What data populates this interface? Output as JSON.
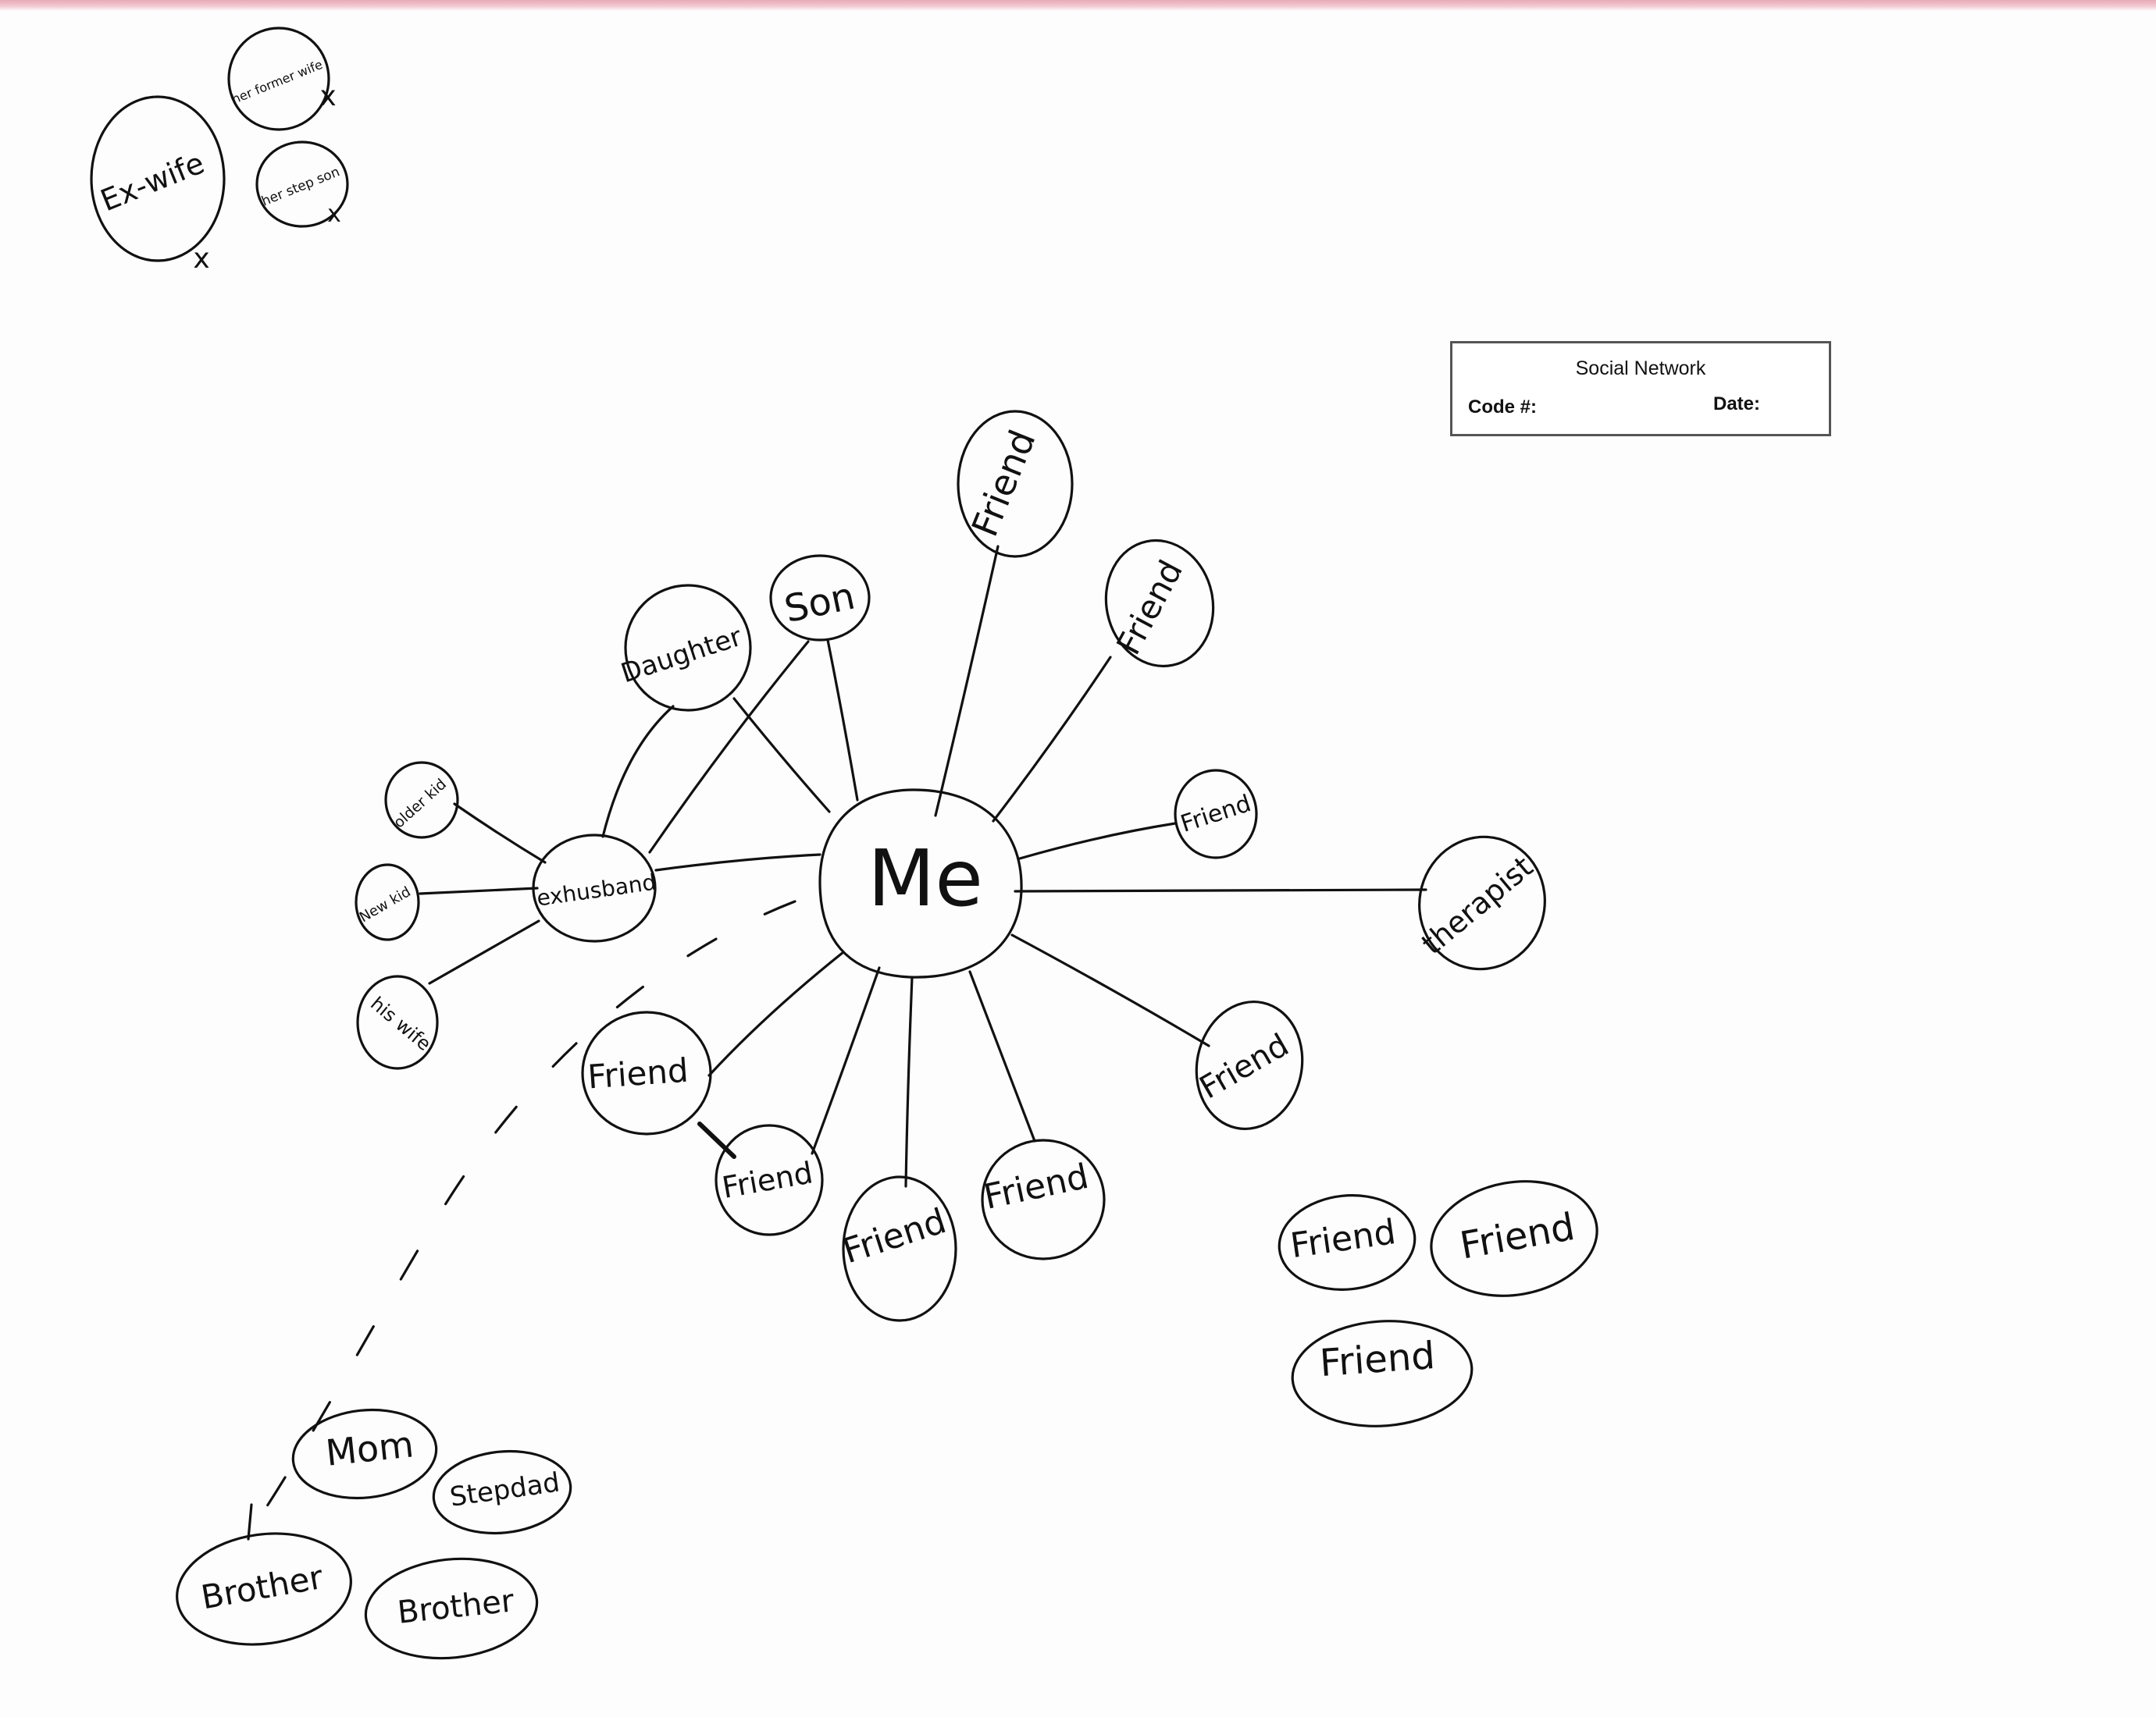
{
  "form_box": {
    "title": "Social Network",
    "code_label": "Code #:",
    "date_label": "Date:"
  },
  "center": {
    "label": "Me"
  },
  "nodes": {
    "friend_top": "Friend",
    "friend_upper_right": "Friend",
    "friend_right_small": "Friend",
    "therapist": "therapist",
    "friend_lower_right": "Friend",
    "friend_bottom_right": "Friend",
    "friend_bottom": "Friend",
    "friend_bottom_left": "Friend",
    "friend_left": "Friend",
    "son": "Son",
    "daughter": "Daughter",
    "ex_husband": "exhusband",
    "older_kid": "older kid",
    "new_kid": "New kid",
    "his_wife": "his wife",
    "ex_wife": "Ex-wife",
    "her_former_wife": "her former wife",
    "her_step_son": "her step son",
    "group_friend_1": "Friend",
    "group_friend_2": "Friend",
    "group_friend_3": "Friend",
    "mom": "Mom",
    "stepdad": "Stepdad",
    "brother_1": "Brother",
    "brother_2": "Brother"
  },
  "marks": {
    "cross": "x"
  }
}
